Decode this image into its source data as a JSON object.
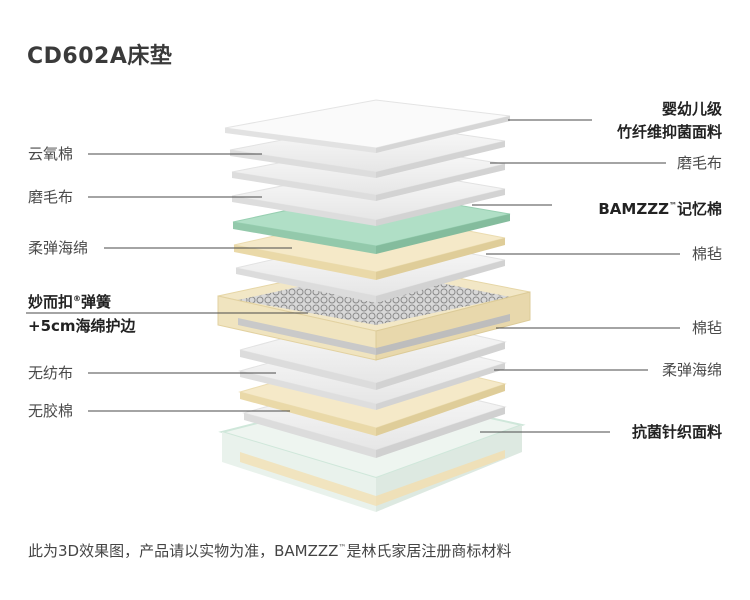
{
  "title": "CD602A床垫",
  "left_labels": {
    "l1": "云氧棉",
    "l2": "磨毛布",
    "l3": "柔弹海绵",
    "l4_line1": "妙而扣",
    "l4_mark": "®",
    "l4_line1b": "弹簧",
    "l4_line2": "+5cm海绵护边",
    "l5": "无纺布",
    "l6": "无胶棉"
  },
  "right_labels": {
    "r1_line1": "婴幼儿级",
    "r1_line2": "竹纤维抑菌面料",
    "r2": "磨毛布",
    "r3_a": "BAMZZZ",
    "r3_tm": "™",
    "r3_b": "记忆棉",
    "r4": "棉毡",
    "r5": "棉毡",
    "r6": "柔弹海绵",
    "r7": "抗菌针织面料"
  },
  "footer": {
    "text_a": "此为3D效果图，产品请以实物为准，BAMZZZ",
    "tm": "™",
    "text_b": "是林氏家居注册商标材料"
  },
  "colors": {
    "layer_white": "#f3f3f3",
    "layer_green": "#a9dcc2",
    "layer_cream": "#f3e6c3",
    "line": "#4a4a4a"
  }
}
